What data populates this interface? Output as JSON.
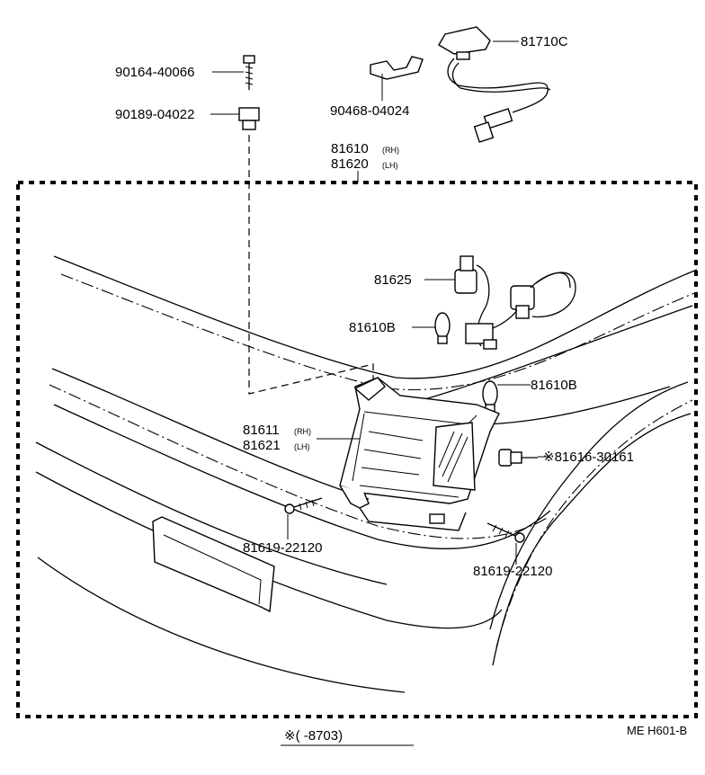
{
  "parts": {
    "p90164": "90164-40066",
    "p90189": "90189-04022",
    "p90468": "90468-04024",
    "p81710": "81710C",
    "p81610": "81610",
    "p81610_rh": "(RH)",
    "p81620": "81620",
    "p81620_lh": "(LH)",
    "p81625": "81625",
    "p81610b_left": "81610B",
    "p81610b_right": "81610B",
    "p81611": "81611",
    "p81611_rh": "(RH)",
    "p81621": "81621",
    "p81621_lh": "(LH)",
    "p81616": "※81616-30161",
    "p81619_left": "81619-22120",
    "p81619_right": "81619-22120"
  },
  "footer": {
    "note": "※(      -8703)",
    "ref": "ME H601-B"
  }
}
